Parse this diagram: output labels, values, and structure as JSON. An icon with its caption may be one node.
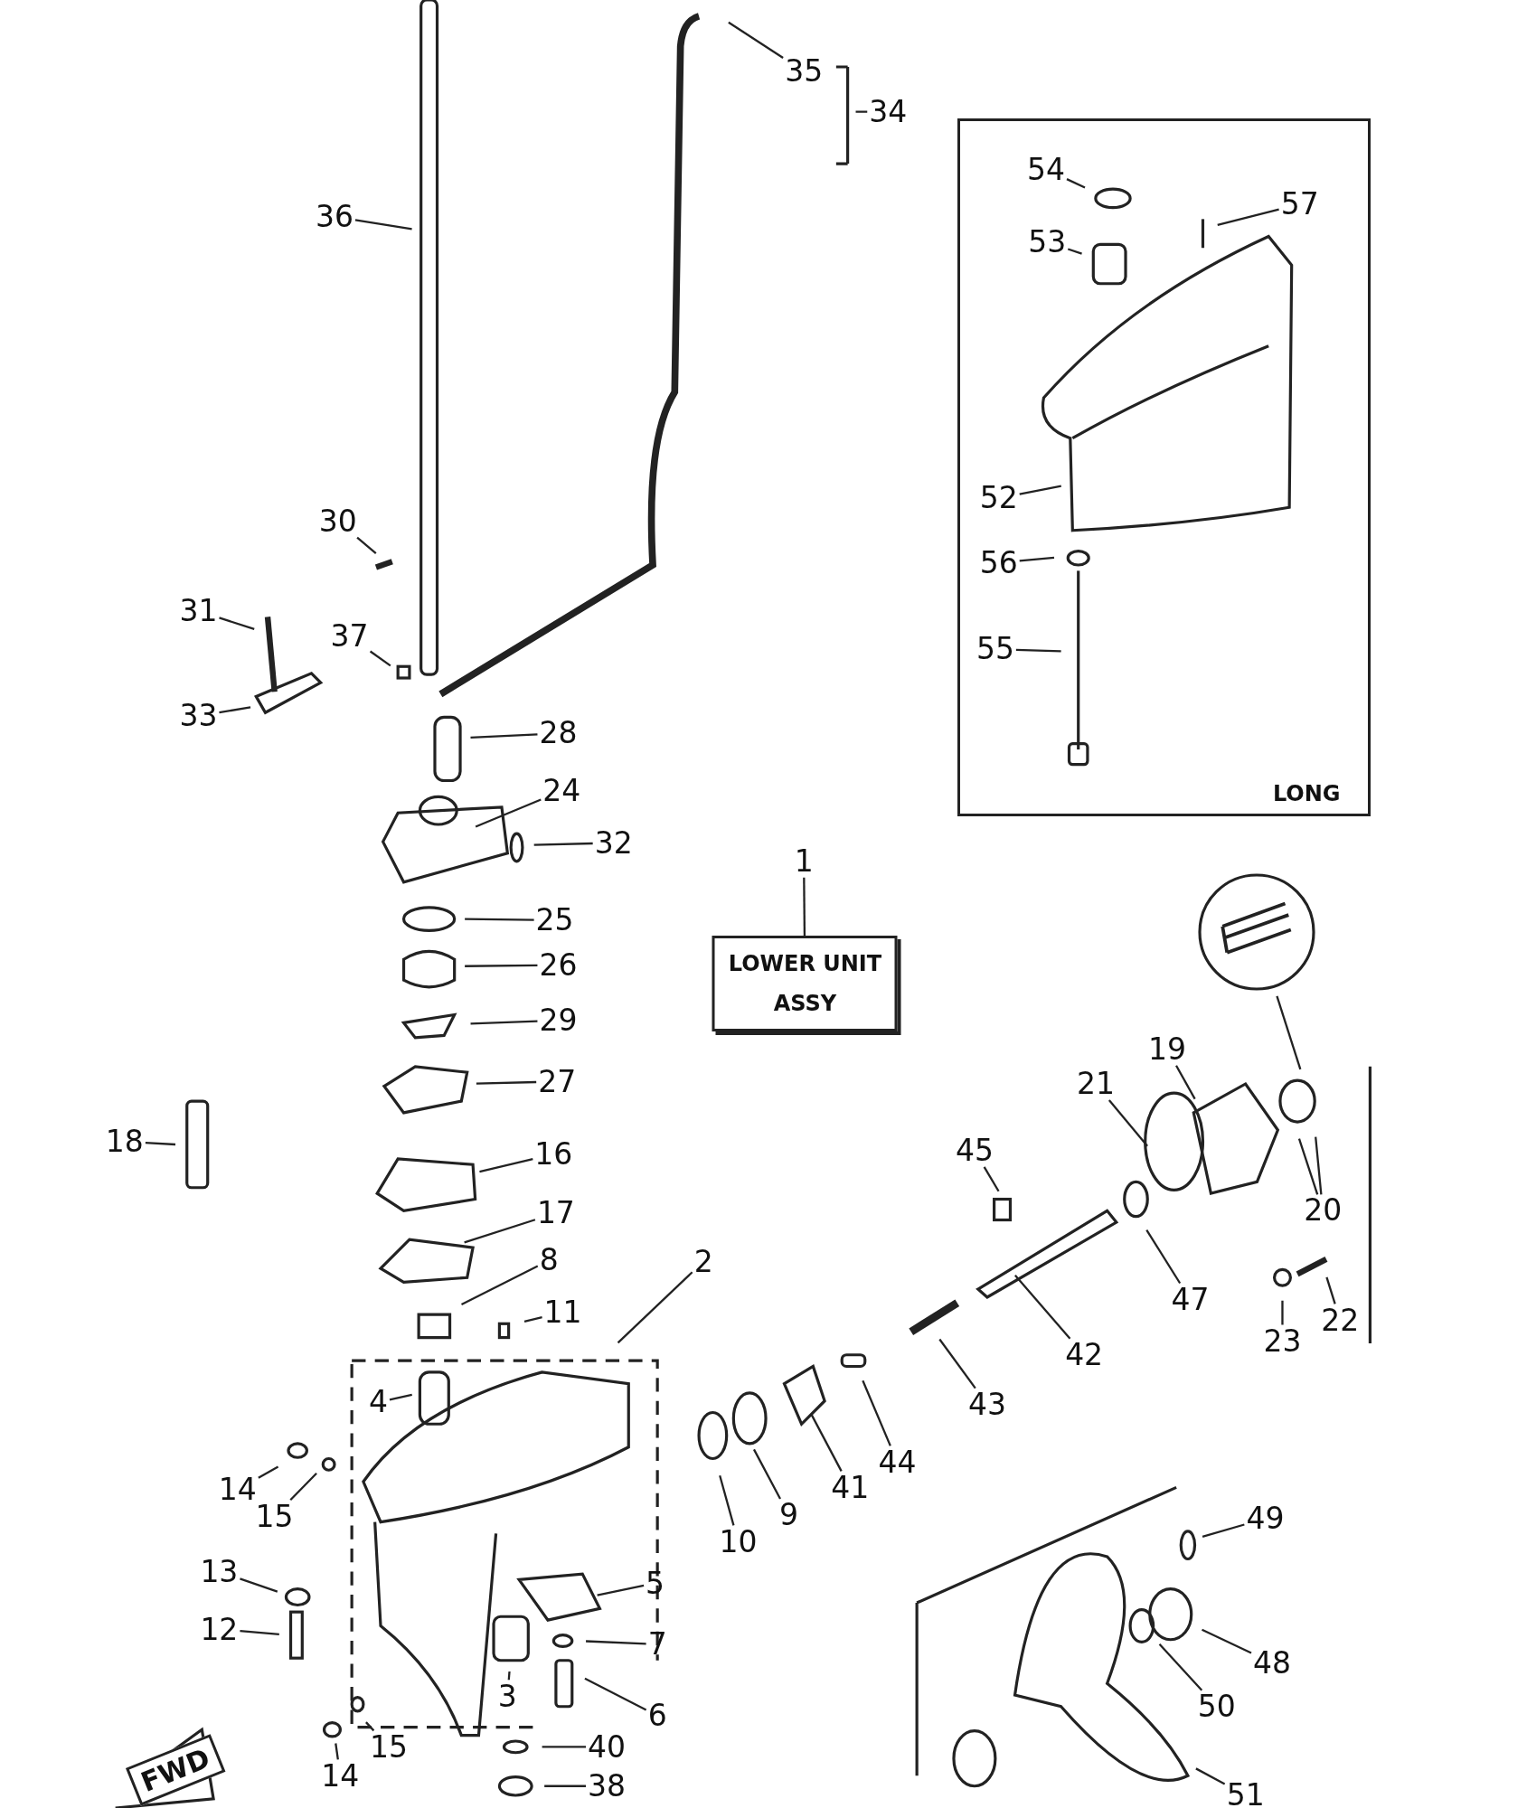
{
  "diagram": {
    "nodes": [
      {
        "text": [
          "35"
        ]
      },
      {
        "text": [
          "34"
        ]
      },
      {
        "text": [
          "36"
        ]
      },
      {
        "text": [
          "LONG"
        ]
      },
      {
        "text": [
          "54"
        ],
        "in": 3
      },
      {
        "text": [
          "57"
        ],
        "in": 3
      },
      {
        "text": [
          "53"
        ],
        "in": 3
      },
      {
        "text": [
          "52"
        ],
        "in": 3
      },
      {
        "text": [
          "56"
        ],
        "in": 3
      },
      {
        "text": [
          "55"
        ],
        "in": 3
      },
      {
        "text": [
          "30"
        ]
      },
      {
        "text": [
          "31"
        ]
      },
      {
        "text": [
          "37"
        ]
      },
      {
        "text": [
          "33"
        ]
      },
      {
        "text": [
          "28"
        ]
      },
      {
        "text": [
          "24"
        ]
      },
      {
        "text": [
          "32"
        ]
      },
      {
        "text": [
          "1"
        ]
      },
      {
        "text": [
          "LOWER UNIT ASSY"
        ]
      },
      {
        "text": [
          "25"
        ]
      },
      {
        "text": [
          "26"
        ]
      },
      {
        "text": [],
        "shape": "picture"
      },
      {
        "text": [
          "29"
        ]
      },
      {
        "text": [
          "19"
        ]
      },
      {
        "text": [
          "21"
        ]
      },
      {
        "text": [
          "27"
        ]
      },
      {
        "text": [
          "18"
        ]
      },
      {
        "text": [
          "16"
        ]
      },
      {
        "text": [
          "45"
        ]
      },
      {
        "text": [
          "20"
        ]
      },
      {
        "text": [
          "17"
        ]
      },
      {
        "text": [
          "47"
        ]
      },
      {
        "text": [
          "8"
        ]
      },
      {
        "text": [
          "2"
        ]
      },
      {
        "text": [
          "23"
        ]
      },
      {
        "text": [
          "22"
        ]
      },
      {
        "text": [
          "42"
        ]
      },
      {
        "text": [
          "11"
        ]
      },
      {
        "text": [
          "43"
        ]
      },
      {
        "text": [
          "4"
        ]
      },
      {
        "text": [
          "44"
        ]
      },
      {
        "text": [
          "41"
        ]
      },
      {
        "text": [
          "14"
        ]
      },
      {
        "text": [
          "15"
        ]
      },
      {
        "text": [
          "9"
        ]
      },
      {
        "text": [
          "10"
        ]
      },
      {
        "text": [
          "49"
        ]
      },
      {
        "text": [
          "13"
        ]
      },
      {
        "text": [
          "5"
        ]
      },
      {
        "text": [
          "12"
        ]
      },
      {
        "text": [
          "48"
        ]
      },
      {
        "text": [
          "7"
        ]
      },
      {
        "text": [
          "50"
        ]
      },
      {
        "text": [
          "3"
        ]
      },
      {
        "text": [
          "6"
        ]
      },
      {
        "text": [
          "15"
        ]
      },
      {
        "text": [
          "40"
        ]
      },
      {
        "text": [
          "14"
        ]
      },
      {
        "text": [
          "38"
        ]
      },
      {
        "text": [
          "51"
        ]
      }
    ],
    "edges": [
      {
        "from": 0,
        "to": null,
        "arrow": "none"
      },
      {
        "from": 1,
        "to": null,
        "arrow": "none"
      },
      {
        "from": 2,
        "to": null,
        "arrow": "none"
      },
      {
        "from": 4,
        "to": null,
        "arrow": "none"
      },
      {
        "from": 5,
        "to": null,
        "arrow": "none"
      },
      {
        "from": 6,
        "to": null,
        "arrow": "none"
      },
      {
        "from": 7,
        "to": null,
        "arrow": "none"
      },
      {
        "from": 8,
        "to": null,
        "arrow": "none"
      },
      {
        "from": 9,
        "to": null,
        "arrow": "none"
      },
      {
        "from": 10,
        "to": null,
        "arrow": "none"
      },
      {
        "from": 11,
        "to": null,
        "arrow": "none"
      },
      {
        "from": 12,
        "to": null,
        "arrow": "none"
      },
      {
        "from": 13,
        "to": null,
        "arrow": "none"
      },
      {
        "from": 14,
        "to": null,
        "arrow": "none"
      },
      {
        "from": 15,
        "to": null,
        "arrow": "none"
      },
      {
        "from": 16,
        "to": null,
        "arrow": "none"
      },
      {
        "from": 17,
        "to": 18,
        "arrow": "none"
      },
      {
        "from": 19,
        "to": null,
        "arrow": "none"
      },
      {
        "from": 20,
        "to": null,
        "arrow": "none"
      },
      {
        "from": 21,
        "to": null,
        "arrow": "none"
      },
      {
        "from": 22,
        "to": null,
        "arrow": "none"
      },
      {
        "from": 23,
        "to": null,
        "arrow": "none"
      },
      {
        "from": 24,
        "to": null,
        "arrow": "none"
      },
      {
        "from": 25,
        "to": null,
        "arrow": "none"
      },
      {
        "from": 26,
        "to": null,
        "arrow": "none"
      },
      {
        "from": 27,
        "to": null,
        "arrow": "none"
      },
      {
        "from": 28,
        "to": null,
        "arrow": "none"
      },
      {
        "from": 29,
        "to": null,
        "arrow": "none"
      },
      {
        "from": 29,
        "to": null,
        "arrow": "none"
      },
      {
        "from": 30,
        "to": null,
        "arrow": "none"
      },
      {
        "from": 31,
        "to": null,
        "arrow": "none"
      },
      {
        "from": 32,
        "to": null,
        "arrow": "none"
      },
      {
        "from": 33,
        "to": null,
        "arrow": "none"
      },
      {
        "from": 34,
        "to": null,
        "arrow": "none"
      },
      {
        "from": 35,
        "to": null,
        "arrow": "none"
      },
      {
        "from": 36,
        "to": null,
        "arrow": "none"
      },
      {
        "from": 37,
        "to": null,
        "arrow": "none"
      },
      {
        "from": 38,
        "to": null,
        "arrow": "none"
      },
      {
        "from": 39,
        "to": null,
        "arrow": "none"
      },
      {
        "from": 40,
        "to": null,
        "arrow": "none"
      },
      {
        "from": 41,
        "to": null,
        "arrow": "none"
      },
      {
        "from": 42,
        "to": null,
        "arrow": "none"
      },
      {
        "from": 43,
        "to": null,
        "arrow": "none"
      },
      {
        "from": 44,
        "to": null,
        "arrow": "none"
      },
      {
        "from": 45,
        "to": null,
        "arrow": "none"
      },
      {
        "from": 46,
        "to": null,
        "arrow": "none"
      },
      {
        "from": 47,
        "to": null,
        "arrow": "none"
      },
      {
        "from": 48,
        "to": null,
        "arrow": "none"
      },
      {
        "from": 49,
        "to": null,
        "arrow": "none"
      },
      {
        "from": 50,
        "to": null,
        "arrow": "none"
      },
      {
        "from": 51,
        "to": null,
        "arrow": "none"
      },
      {
        "from": 52,
        "to": null,
        "arrow": "none"
      },
      {
        "from": 53,
        "to": null,
        "arrow": "none"
      },
      {
        "from": 54,
        "to": null,
        "arrow": "none"
      },
      {
        "from": 55,
        "to": null,
        "arrow": "none"
      },
      {
        "from": 56,
        "to": null,
        "arrow": "none"
      },
      {
        "from": 57,
        "to": null,
        "arrow": "none"
      },
      {
        "from": 58,
        "to": null,
        "arrow": "none"
      },
      {
        "from": 59,
        "to": null,
        "arrow": "none"
      }
    ],
    "labels": [
      "FWD"
    ]
  }
}
